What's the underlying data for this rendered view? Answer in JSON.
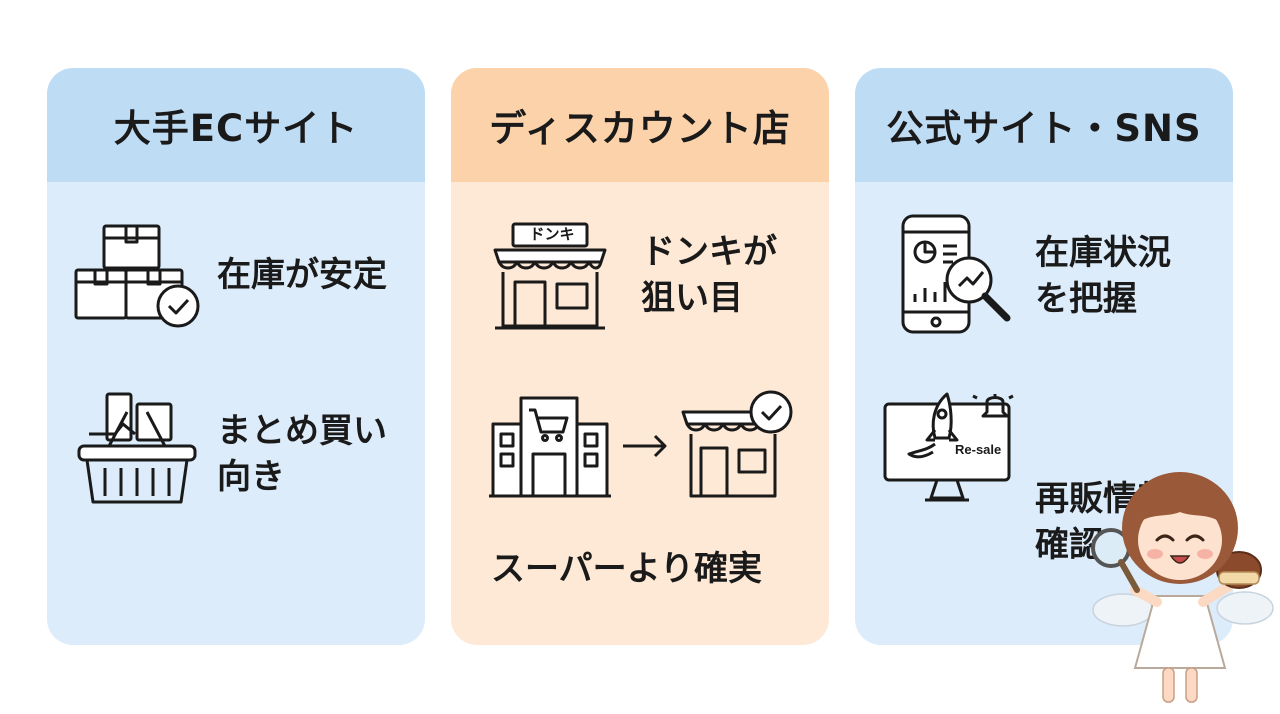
{
  "cards": [
    {
      "title": "大手ECサイト",
      "items": [
        {
          "label": "在庫が安定",
          "icon": "boxes-check-icon"
        },
        {
          "label_line1": "まとめ買い",
          "label_line2": "向き",
          "icon": "shopping-basket-icon"
        }
      ]
    },
    {
      "title": "ディスカウント店",
      "items": [
        {
          "sign": "ドンキ",
          "label_line1": "ドンキが",
          "label_line2": "狙い目",
          "icon": "donki-store-icon"
        },
        {
          "label": "スーパーより確実",
          "icon": "supermarket-to-store-icon"
        }
      ]
    },
    {
      "title": "公式サイト・SNS",
      "items": [
        {
          "label_line1": "在庫状況",
          "label_line2": "を把握",
          "icon": "phone-analytics-search-icon"
        },
        {
          "label_line1": "再販情報を",
          "label_line2": "確認",
          "monitor_text": "Re-sale",
          "icon": "monitor-rocket-bell-icon"
        }
      ]
    }
  ],
  "colors": {
    "blue_body": "#dcecfa",
    "blue_header": "#bfdcf5",
    "orange_body": "#fde9d6",
    "orange_header": "#fcd2aa",
    "text": "#1a1a1a"
  }
}
